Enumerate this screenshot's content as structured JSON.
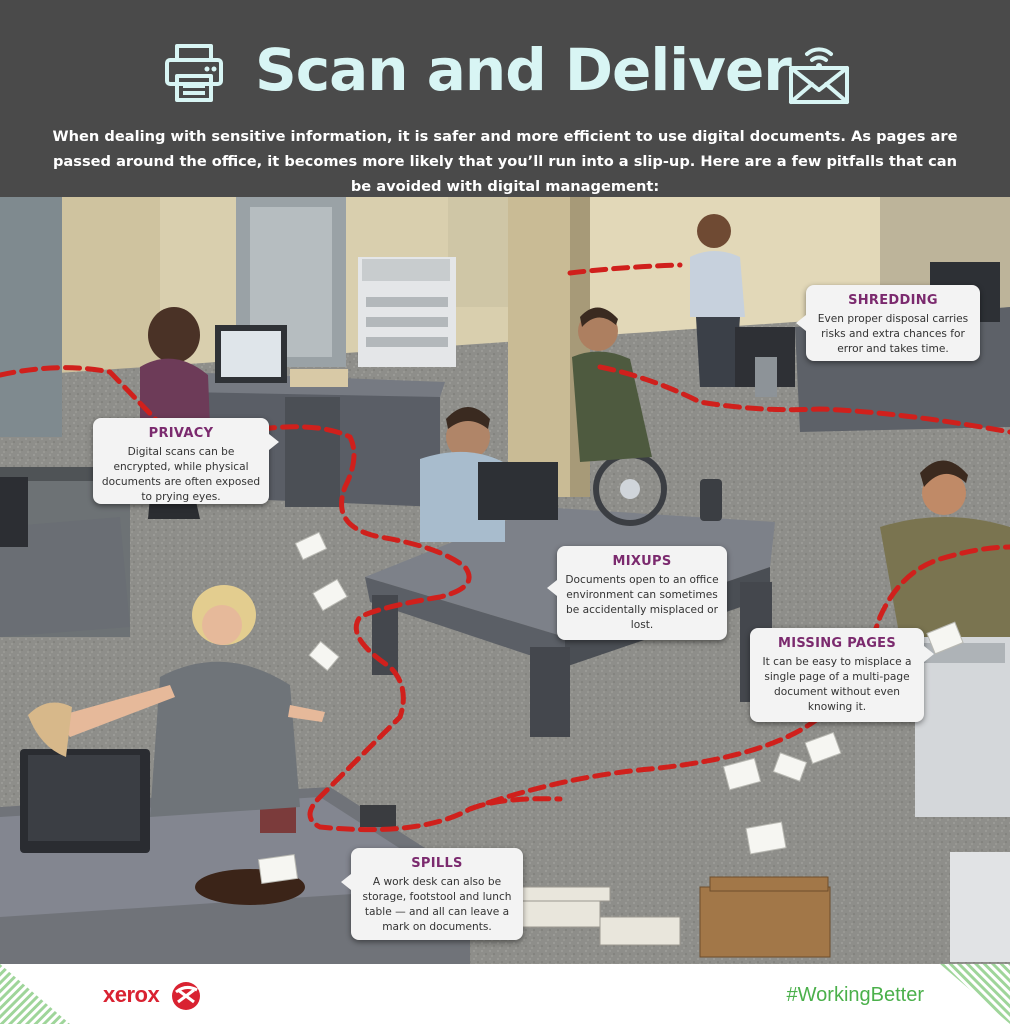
{
  "header": {
    "title": "Scan and Deliver",
    "intro": "When dealing with sensitive information, it is safer and more efficient to use digital documents. As pages are passed around the office, it becomes more likely that you’ll run into a slip-up. Here are a few pitfalls that can be avoided with digital management:",
    "left_icon": "printer-icon",
    "right_icon": "wireless-mail-icon",
    "colors": {
      "background": "#4a4a4a",
      "title": "#d8f5f4",
      "intro": "#ffffff"
    }
  },
  "callouts": {
    "privacy": {
      "title": "PRIVACY",
      "body": "Digital scans can be encrypted, while physical documents are often exposed to prying eyes."
    },
    "shredding": {
      "title": "SHREDDING",
      "body": "Even proper disposal carries risks and extra chances for error and takes time."
    },
    "mixups": {
      "title": "MIXUPS",
      "body": "Documents open to an office environment can sometimes be accidentally misplaced or lost."
    },
    "missing_pages": {
      "title": "MISSING PAGES",
      "body": "It can be easy to misplace a single page of a multi-page document without even knowing it."
    },
    "spills": {
      "title": "SPILLS",
      "body": "A work desk can also be storage, footstool and lunch table — and all can leave a mark on documents."
    },
    "colors": {
      "title": "#7b2a6e",
      "body": "#333333",
      "background": "#f3f3f3"
    }
  },
  "illustration": {
    "description_icons": [
      "office-illustration",
      "dashed-path"
    ],
    "path_color": "#d0201c"
  },
  "footer": {
    "brand": "xerox",
    "brand_icon": "xerox-logo-icon",
    "hashtag": "#WorkingBetter",
    "colors": {
      "brand": "#d92231",
      "hashtag": "#4bb04b",
      "accent": "#9fd59a"
    }
  }
}
